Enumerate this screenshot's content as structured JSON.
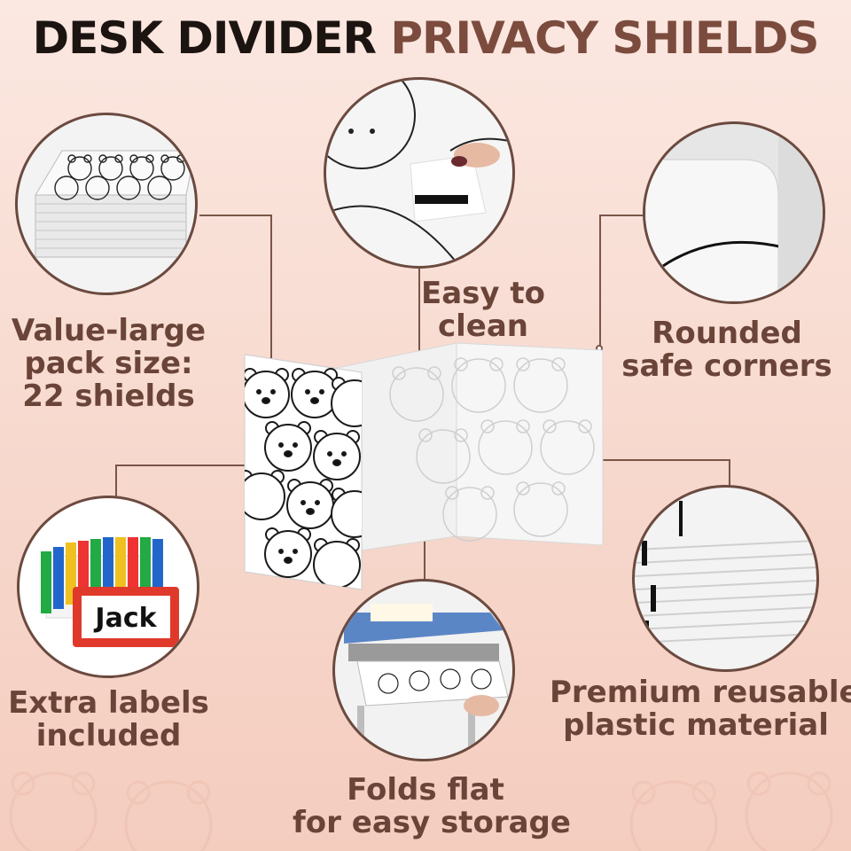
{
  "title": {
    "part1": "DESK DIVIDER",
    "part2": "PRIVACY SHIELDS"
  },
  "features": {
    "pack": {
      "line1": "Value-large",
      "line2": "pack size:",
      "line3": "22 shields"
    },
    "clean": {
      "line1": "Easy to",
      "line2": "clean"
    },
    "corners": {
      "line1": "Rounded",
      "line2": "safe corners"
    },
    "labels": {
      "line1": "Extra labels",
      "line2": "included",
      "sample_name": "Jack"
    },
    "folds": {
      "line1": "Folds flat",
      "line2": "for easy storage"
    },
    "material": {
      "line1": "Premium reusable",
      "line2": "plastic material"
    }
  },
  "colors": {
    "title_dark": "#1c1411",
    "title_accent": "#7b4b3d",
    "label_text": "#6a4438",
    "circle_border": "#6b4a3f",
    "background": "#f7d8cd"
  },
  "icons": {
    "product": "polar-bear-pattern-divider",
    "decoration": "polar-bear-face"
  }
}
